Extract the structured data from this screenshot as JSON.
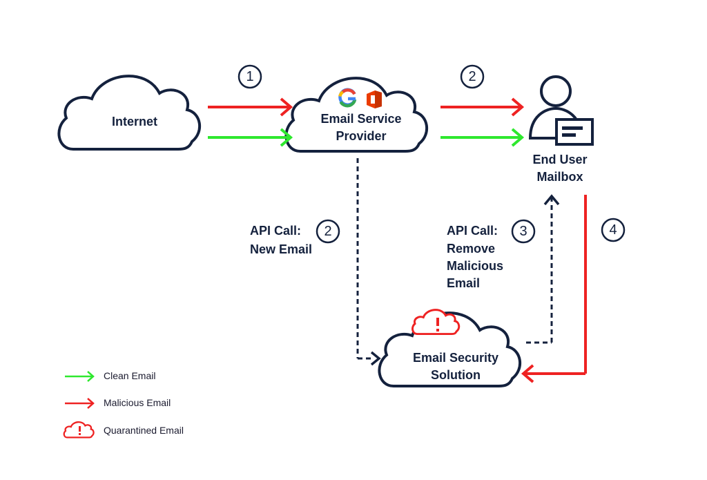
{
  "nodes": {
    "internet": "Internet",
    "esp_line1": "Email Service",
    "esp_line2": "Provider",
    "mailbox_line1": "End User",
    "mailbox_line2": "Mailbox",
    "security_line1": "Email Security",
    "security_line2": "Solution"
  },
  "steps": {
    "s1": "1",
    "s2a": "2",
    "s2b": "2",
    "s3": "3",
    "s4": "4"
  },
  "annotations": {
    "api_new_line1": "API Call:",
    "api_new_line2": "New Email",
    "api_remove_line1": "API Call:",
    "api_remove_line2": "Remove",
    "api_remove_line3": "Malicious",
    "api_remove_line4": "Email"
  },
  "legend": {
    "clean": "Clean Email",
    "malicious": "Malicious Email",
    "quarantined": "Quarantined Email"
  },
  "colors": {
    "navy": "#14213d",
    "clean": "#2ee82e",
    "malicious": "#ee2222",
    "google_blue": "#4285f4",
    "google_red": "#ea4335",
    "google_yellow": "#fbbc05",
    "google_green": "#34a853",
    "office_orange": "#eb3c00"
  },
  "icons": [
    "google-logo-icon",
    "office-logo-icon",
    "user-icon",
    "envelope-icon",
    "quarantine-cloud-icon"
  ]
}
